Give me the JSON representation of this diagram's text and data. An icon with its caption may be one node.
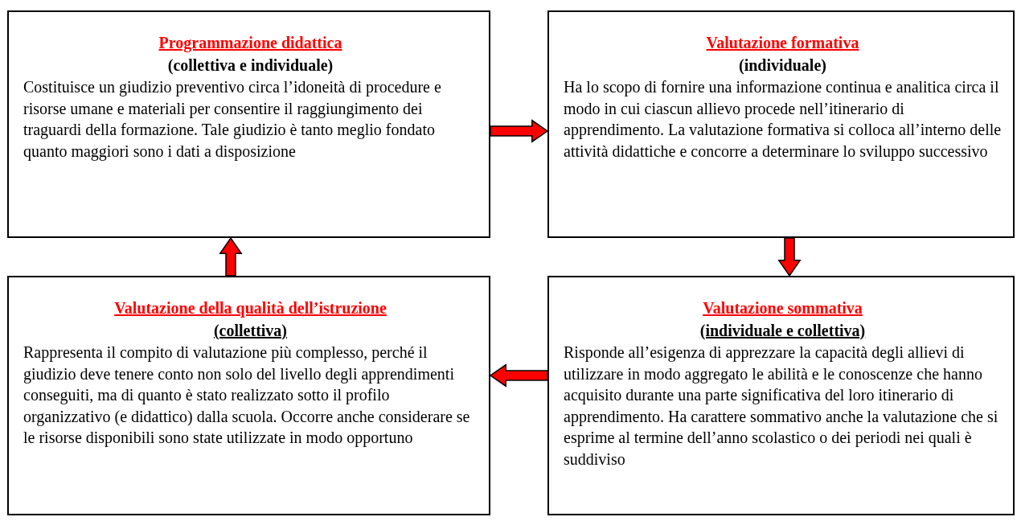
{
  "diagram": {
    "nodes": [
      {
        "text": [
          "Programmazione didattica",
          "(collettiva e individuale)",
          "Costituisce un giudizio preventivo circa l’idoneità di procedure e risorse umane e materiali per consentire il raggiungimento dei traguardi della formazione. Tale giudizio è tanto meglio fondato quanto maggiori sono i dati a disposizione"
        ]
      },
      {
        "text": [
          "Valutazione formativa",
          "(individuale)",
          "Ha lo scopo di fornire una informazione continua e analitica circa il modo in cui ciascun allievo procede nell’itinerario di apprendimento. La valutazione formativa si colloca all’interno delle attività didattiche e concorre a determinare lo sviluppo successivo"
        ]
      },
      {
        "text": [
          "Valutazione della qualità dell’istruzione",
          "(collettiva)",
          "Rappresenta il compito di valutazione più complesso, perché il giudizio deve tenere conto non solo del livello degli apprendimenti conseguiti, ma di quanto è stato realizzato sotto il profilo organizzativo (e didattico) dalla scuola. Occorre anche considerare se le risorse disponibili sono state utilizzate in modo opportuno"
        ]
      },
      {
        "text": [
          "Valutazione sommativa",
          "(individuale e collettiva)",
          "Risponde all’esigenza di apprezzare la capacità degli allievi di utilizzare in modo aggregato le abilità e le conoscenze che hanno acquisito durante una parte significativa del loro itinerario di apprendimento. Ha carattere sommativo anche la valutazione che si esprime al termine dell’anno scolastico o dei periodi nei quali è suddiviso"
        ]
      }
    ],
    "edges": [
      {
        "from": 0,
        "to": 1,
        "arrow": "to",
        "color": "#ff0000",
        "style": "thick"
      },
      {
        "from": 1,
        "to": 3,
        "arrow": "to",
        "color": "#ff0000",
        "style": "thick"
      },
      {
        "from": 3,
        "to": 2,
        "arrow": "to",
        "color": "#ff0000",
        "style": "thick"
      },
      {
        "from": 2,
        "to": 0,
        "arrow": "to",
        "color": "#ff0000",
        "style": "thick"
      }
    ]
  }
}
